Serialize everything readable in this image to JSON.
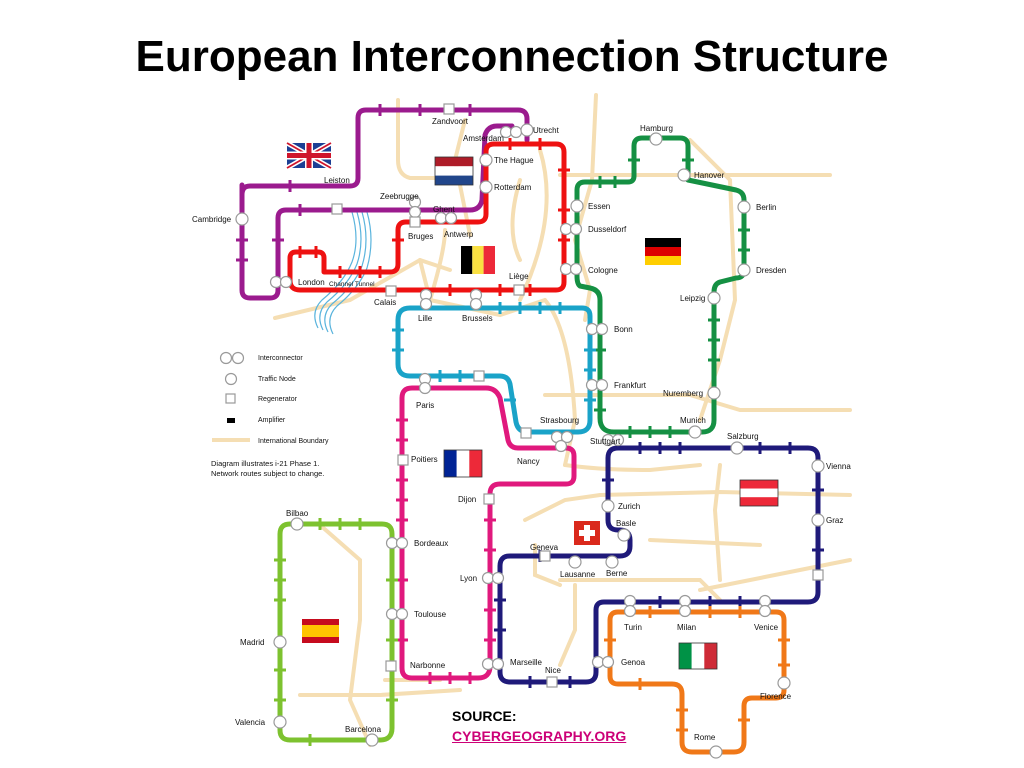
{
  "title": "European Interconnection Structure",
  "colors": {
    "boundary": "#f5deb3",
    "uk_ring": "#9b1b8e",
    "red_ring": "#ee1111",
    "germany_ring": "#159043",
    "blue_ring": "#1aa3c8",
    "france_ring": "#e0197d",
    "spain_ring": "#7dc22f",
    "navy_ring": "#1f1a7a",
    "italy_ring": "#f07818"
  },
  "legend": {
    "interconnector": "Interconnector",
    "traffic_node": "Traffic Node",
    "regenerator": "Regenerator",
    "amplifier": "Amplifier",
    "boundary": "International Boundary",
    "note_line1": "Diagram illustrates i-21 Phase 1.",
    "note_line2": "Network routes subject to change."
  },
  "cities": {
    "zandvoort": "Zandvoort",
    "amsterdam": "Amsterdam",
    "utrecht": "Utrecht",
    "hague": "The Hague",
    "rotterdam": "Rotterdam",
    "hamburg": "Hamburg",
    "hanover": "Hanover",
    "berlin": "Berlin",
    "dresden": "Dresden",
    "leipzig": "Leipzig",
    "essen": "Essen",
    "dusseldorf": "Dusseldorf",
    "cologne": "Cologne",
    "bonn": "Bonn",
    "frankfurt": "Frankfurt",
    "nuremberg": "Nuremberg",
    "munich": "Munich",
    "salzburg": "Salzburg",
    "vienna": "Vienna",
    "graz": "Graz",
    "leiston": "Leiston",
    "cambridge": "Cambridge",
    "london": "London",
    "channel_tunnel": "Channel Tunnel",
    "calais": "Calais",
    "zeebrugge": "Zeebrugge",
    "ghent": "Ghent",
    "bruges": "Bruges",
    "antwerp": "Antwerp",
    "liege": "Liège",
    "lille": "Lille",
    "brussels": "Brussels",
    "paris": "Paris",
    "strasbourg": "Strasbourg",
    "stuttgart": "Stuttgart",
    "nancy": "Nancy",
    "poitiers": "Poitiers",
    "dijon": "Dijon",
    "zurich": "Zurich",
    "basle": "Basle",
    "geneva": "Geneva",
    "lausanne": "Lausanne",
    "berne": "Berne",
    "bordeaux": "Bordeaux",
    "lyon": "Lyon",
    "toulouse": "Toulouse",
    "narbonne": "Narbonne",
    "marseille": "Marseille",
    "nice": "Nice",
    "genoa": "Genoa",
    "turin": "Turin",
    "milan": "Milan",
    "venice": "Venice",
    "florence": "Florence",
    "rome": "Rome",
    "bilbao": "Bilbao",
    "madrid": "Madrid",
    "valencia": "Valencia",
    "barcelona": "Barcelona"
  },
  "source": {
    "label": "SOURCE:",
    "link": "CYBERGEOGRAPHY.ORG"
  }
}
